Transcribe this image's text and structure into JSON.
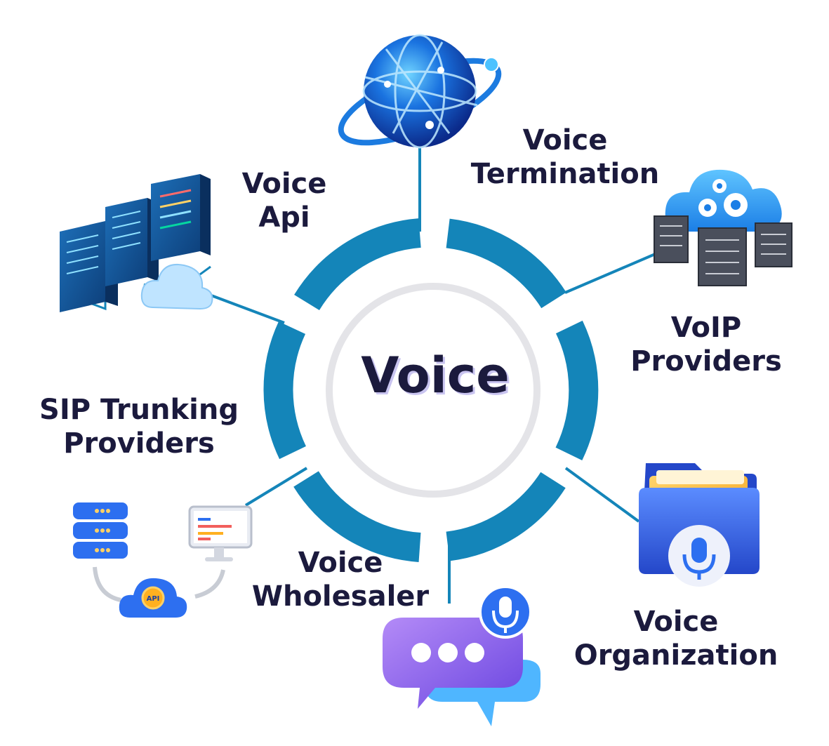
{
  "center": {
    "title": "Voice"
  },
  "nodes": {
    "voice_api": [
      "Voice",
      "Api"
    ],
    "voice_termination": [
      "Voice",
      "Termination"
    ],
    "voip_providers": [
      "VoIP",
      "Providers"
    ],
    "sip_trunking": [
      "SIP Trunking",
      "Providers"
    ],
    "voice_wholesaler": [
      "Voice",
      "Wholesaler"
    ],
    "voice_organization": [
      "Voice",
      "Organization"
    ]
  },
  "icons": {
    "globe": "globe-icon",
    "servers_cloud": "server-rack-icon",
    "cloud_gears": "cloud-gears-icon",
    "api_flow": "api-flow-icon",
    "chat_mic": "chat-mic-icon",
    "folder_mic": "folder-mic-icon"
  },
  "colors": {
    "ring": "#1485b9",
    "text": "#1b1a3d",
    "inner_circle": "#e4e4e8"
  },
  "api_badge": "API"
}
